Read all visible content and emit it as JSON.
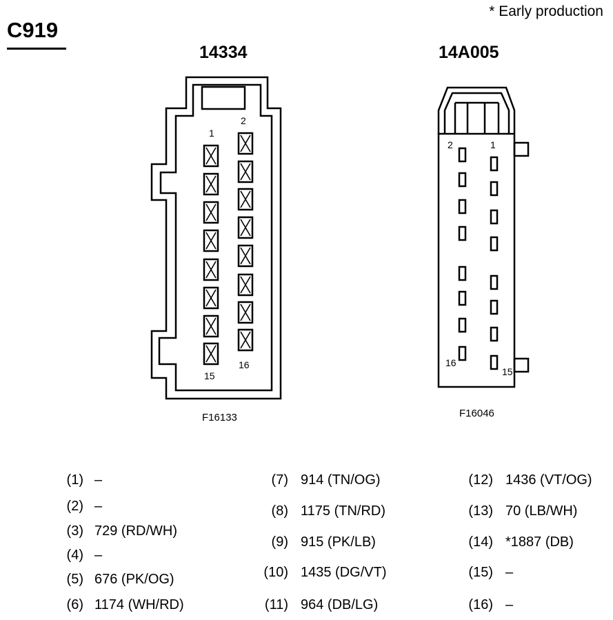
{
  "title": "C919",
  "note": "* Early production",
  "connectors": [
    {
      "id": "left",
      "part_number": "14334",
      "figure_id": "F16133",
      "pin_labels": {
        "top_left": "1",
        "top_right": "2",
        "bottom_left": "15",
        "bottom_right": "16"
      }
    },
    {
      "id": "right",
      "part_number": "14A005",
      "figure_id": "F16046",
      "pin_labels": {
        "top_left": "2",
        "top_right": "1",
        "bottom_left": "16",
        "bottom_right": "15"
      }
    }
  ],
  "pins": [
    {
      "num": "(1)",
      "wire": "–"
    },
    {
      "num": "(2)",
      "wire": "–"
    },
    {
      "num": "(3)",
      "wire": "729 (RD/WH)"
    },
    {
      "num": "(4)",
      "wire": "–"
    },
    {
      "num": "(5)",
      "wire": "676 (PK/OG)"
    },
    {
      "num": "(6)",
      "wire": "1174 (WH/RD)"
    },
    {
      "num": "(7)",
      "wire": "914 (TN/OG)"
    },
    {
      "num": "(8)",
      "wire": "1175 (TN/RD)"
    },
    {
      "num": "(9)",
      "wire": "915 (PK/LB)"
    },
    {
      "num": "(10)",
      "wire": "1435 (DG/VT)"
    },
    {
      "num": "(11)",
      "wire": "964 (DB/LG)"
    },
    {
      "num": "(12)",
      "wire": "1436 (VT/OG)"
    },
    {
      "num": "(13)",
      "wire": "70 (LB/WH)"
    },
    {
      "num": "(14)",
      "wire": "*1887 (DB)"
    },
    {
      "num": "(15)",
      "wire": "–"
    },
    {
      "num": "(16)",
      "wire": "–"
    }
  ]
}
